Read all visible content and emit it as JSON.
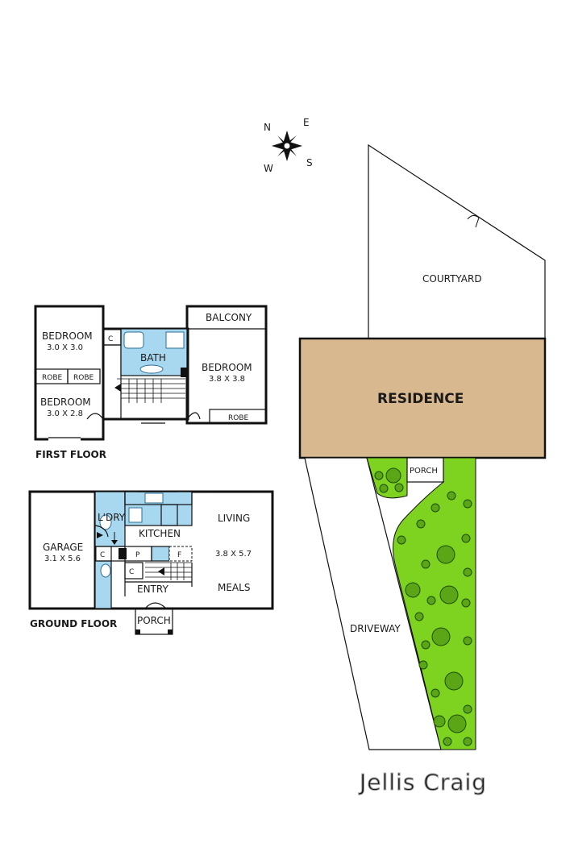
{
  "compass": {
    "n": "N",
    "e": "E",
    "s": "S",
    "w": "W"
  },
  "first_floor": {
    "title": "FIRST FLOOR",
    "bedroom1_name": "BEDROOM",
    "bedroom1_size": "3.0 X 3.0",
    "bedroom2_name": "BEDROOM",
    "bedroom2_size": "3.0 X 2.8",
    "bedroom3_name": "BEDROOM",
    "bedroom3_size": "3.8 X 3.8",
    "balcony": "BALCONY",
    "bath": "BATH",
    "robe_left": "ROBE",
    "robe_mid": "ROBE",
    "robe_right": "ROBE",
    "cupboard": "C"
  },
  "ground_floor": {
    "title": "GROUND FLOOR",
    "garage_name": "GARAGE",
    "garage_size": "3.1 X 5.6",
    "laundry": "L'DRY",
    "kitchen": "KITCHEN",
    "living": "LIVING",
    "living_size": "3.8 X 5.7",
    "meals": "MEALS",
    "entry": "ENTRY",
    "porch": "PORCH",
    "cupboard1": "C",
    "cupboard2": "C",
    "pantry": "P",
    "fridge": "F"
  },
  "site": {
    "courtyard": "COURTYARD",
    "residence": "RESIDENCE",
    "porch": "PORCH",
    "driveway": "DRIVEWAY"
  },
  "logo_text": "Jellis Craig",
  "colors": {
    "residence_fill": "#d8b88f",
    "garden_fill": "#7ed321",
    "wet_area_fill": "#a8d8f0"
  }
}
